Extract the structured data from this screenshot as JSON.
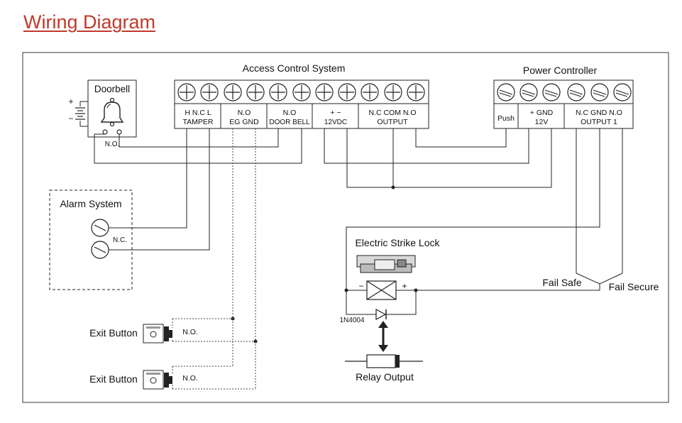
{
  "page": {
    "title": "Wiring Diagram"
  },
  "colors": {
    "title": "#c0392b",
    "line": "#222222",
    "frame": "#333333",
    "dot_line": "#444444"
  },
  "access_control": {
    "title": "Access Control System",
    "groups": [
      {
        "id": "tamper",
        "top": "H  N.C  L",
        "bottom": "TAMPER"
      },
      {
        "id": "eg-gnd",
        "top": "N.O",
        "bottom": "EG   GND"
      },
      {
        "id": "doorbell",
        "top": "N.O",
        "bottom": "DOOR BELL"
      },
      {
        "id": "power",
        "top": "+       −",
        "bottom": "12VDC"
      },
      {
        "id": "output",
        "top": "N.C  COM  N.O",
        "bottom": "OUTPUT"
      }
    ]
  },
  "power_controller": {
    "title": "Power Controller",
    "groups": [
      {
        "id": "push",
        "top": "",
        "bottom": "Push"
      },
      {
        "id": "twelve-v",
        "top": "+      GND",
        "bottom": "12V"
      },
      {
        "id": "output1",
        "top": "N.C  GND  N.O",
        "bottom": "OUTPUT 1"
      }
    ]
  },
  "doorbell": {
    "title": "Doorbell",
    "contact": "N.O.",
    "plus": "+",
    "minus": "−"
  },
  "alarm": {
    "title": "Alarm System",
    "contact": "N.C."
  },
  "exit_buttons": [
    {
      "label": "Exit Button",
      "contact": "N.O."
    },
    {
      "label": "Exit Button",
      "contact": "N.O."
    }
  ],
  "lock": {
    "title": "Electric Strike Lock",
    "minus": "−",
    "plus": "+",
    "fail_safe": "Fail Safe",
    "fail_secure": "Fail Secure"
  },
  "diode": {
    "label": "1N4004"
  },
  "relay": {
    "label": "Relay Output"
  }
}
